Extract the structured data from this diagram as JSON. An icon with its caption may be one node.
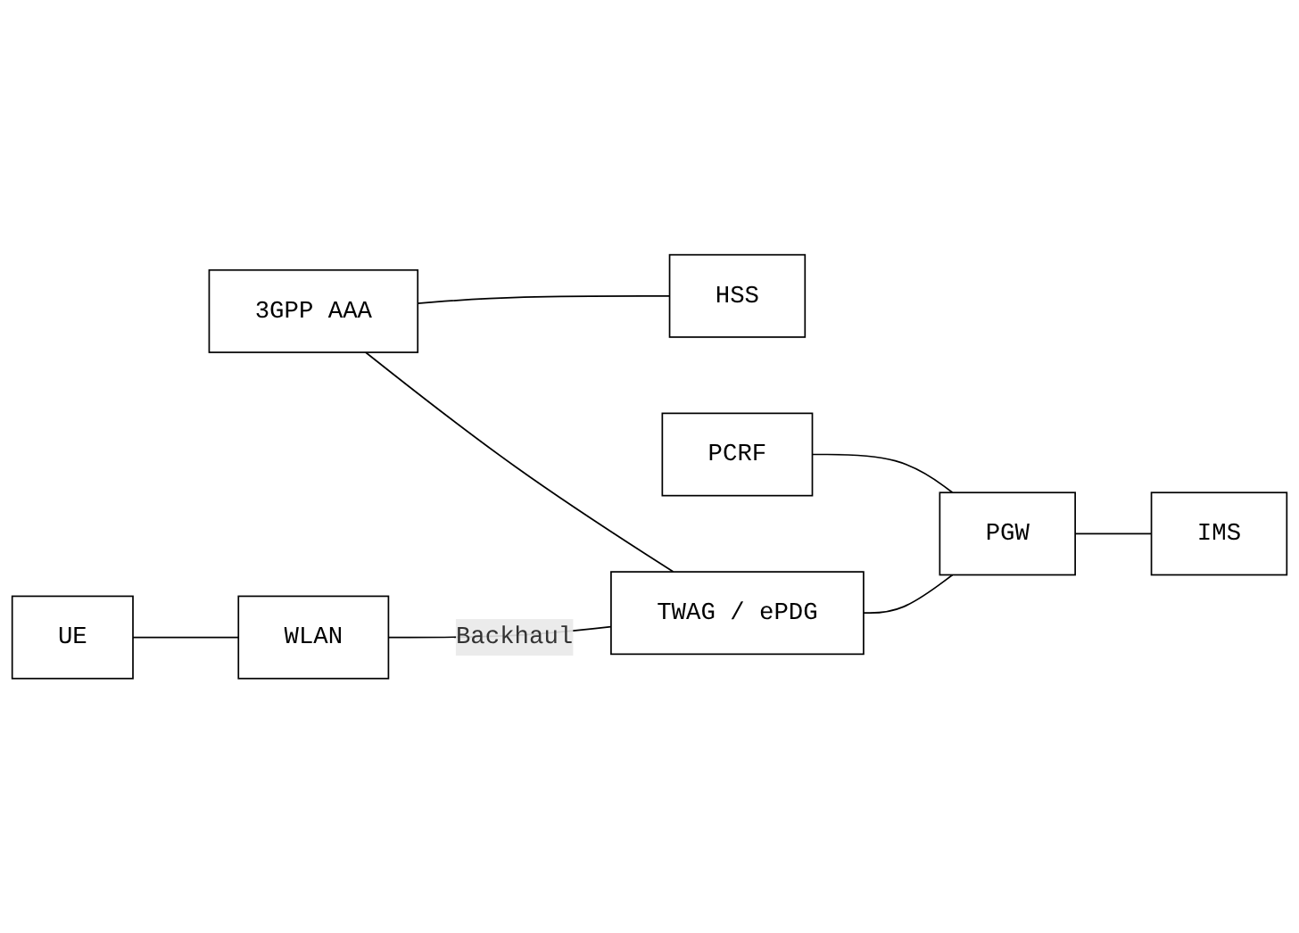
{
  "diagram": {
    "nodes": [
      {
        "text": [
          "3GPP AAA"
        ]
      },
      {
        "text": [
          "HSS"
        ]
      },
      {
        "text": [
          "PCRF"
        ]
      },
      {
        "text": [
          "UE"
        ]
      },
      {
        "text": [
          "WLAN"
        ]
      },
      {
        "text": [
          "TWAG / ePDG"
        ]
      },
      {
        "text": [
          "PGW"
        ]
      },
      {
        "text": [
          "IMS"
        ]
      }
    ],
    "edges": [
      {
        "from": 0,
        "to": 1,
        "arrow": "none"
      },
      {
        "from": 0,
        "to": 5,
        "arrow": "none"
      },
      {
        "from": 2,
        "to": 6,
        "arrow": "none"
      },
      {
        "from": 3,
        "to": 4,
        "arrow": "none"
      },
      {
        "from": 4,
        "to": 5,
        "arrow": "none",
        "label": "Backhaul"
      },
      {
        "from": 5,
        "to": 6,
        "arrow": "none"
      },
      {
        "from": 6,
        "to": 7,
        "arrow": "none"
      }
    ]
  }
}
